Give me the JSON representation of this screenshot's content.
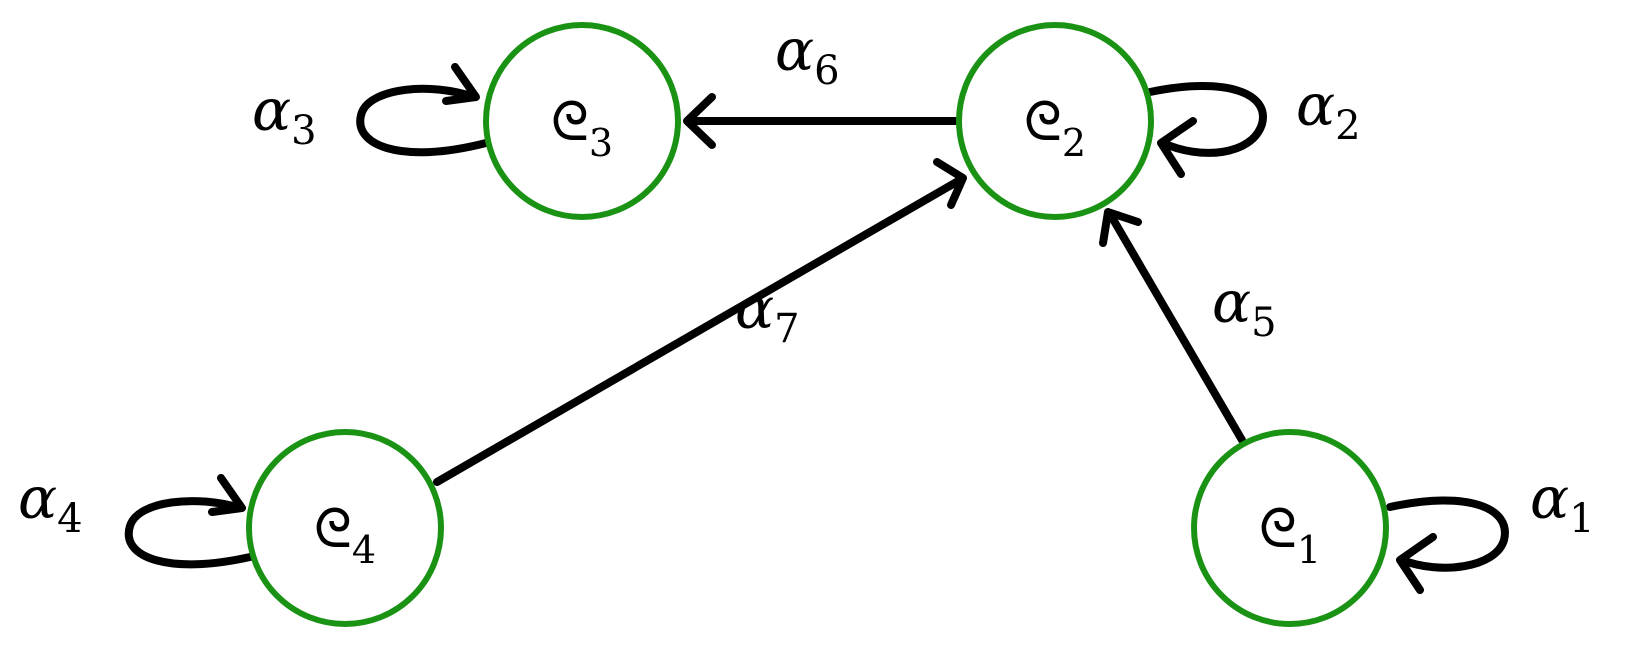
{
  "nodes": [
    {
      "id": "n1",
      "symbol": "ᘓ",
      "index": "1"
    },
    {
      "id": "n2",
      "symbol": "ᘓ",
      "index": "2"
    },
    {
      "id": "n3",
      "symbol": "ᘓ",
      "index": "3"
    },
    {
      "id": "n4",
      "symbol": "ᘓ",
      "index": "4"
    }
  ],
  "edges": [
    {
      "id": "e1",
      "from": "n1",
      "to": "n1",
      "symbol": "α",
      "index": "1"
    },
    {
      "id": "e2",
      "from": "n2",
      "to": "n2",
      "symbol": "α",
      "index": "2"
    },
    {
      "id": "e3",
      "from": "n3",
      "to": "n3",
      "symbol": "α",
      "index": "3"
    },
    {
      "id": "e4",
      "from": "n4",
      "to": "n4",
      "symbol": "α",
      "index": "4"
    },
    {
      "id": "e5",
      "from": "n1",
      "to": "n2",
      "symbol": "α",
      "index": "5"
    },
    {
      "id": "e6",
      "from": "n2",
      "to": "n3",
      "symbol": "α",
      "index": "6"
    },
    {
      "id": "e7",
      "from": "n4",
      "to": "n2",
      "symbol": "α",
      "index": "7"
    }
  ],
  "colors": {
    "node_stroke": "#1a9314",
    "edge_stroke": "#000000",
    "text": "#000000",
    "background": "#ffffff"
  }
}
